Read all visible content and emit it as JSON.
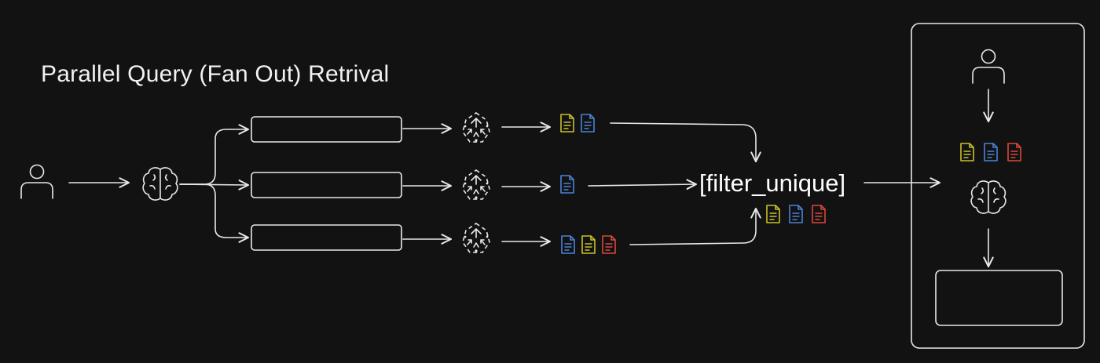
{
  "title": "Parallel Query (Fan Out) Retrival",
  "filter_label": "[filter_unique]",
  "colors": {
    "background": "#121212",
    "stroke": "#e8e8e8",
    "doc_yellow": "#c9c02a",
    "doc_blue": "#4a82d6",
    "doc_red": "#d9473c"
  },
  "icons": {
    "user": "user-icon",
    "brain": "brain-icon",
    "retriever": "vector-store-icon",
    "document": "document-icon"
  },
  "branches": [
    {
      "docs": [
        "yellow",
        "blue"
      ]
    },
    {
      "docs": [
        "blue"
      ]
    },
    {
      "docs": [
        "blue",
        "yellow",
        "red"
      ]
    }
  ],
  "filter_docs": [
    "yellow",
    "blue",
    "red"
  ],
  "llm_docs": [
    "yellow",
    "blue",
    "red"
  ]
}
